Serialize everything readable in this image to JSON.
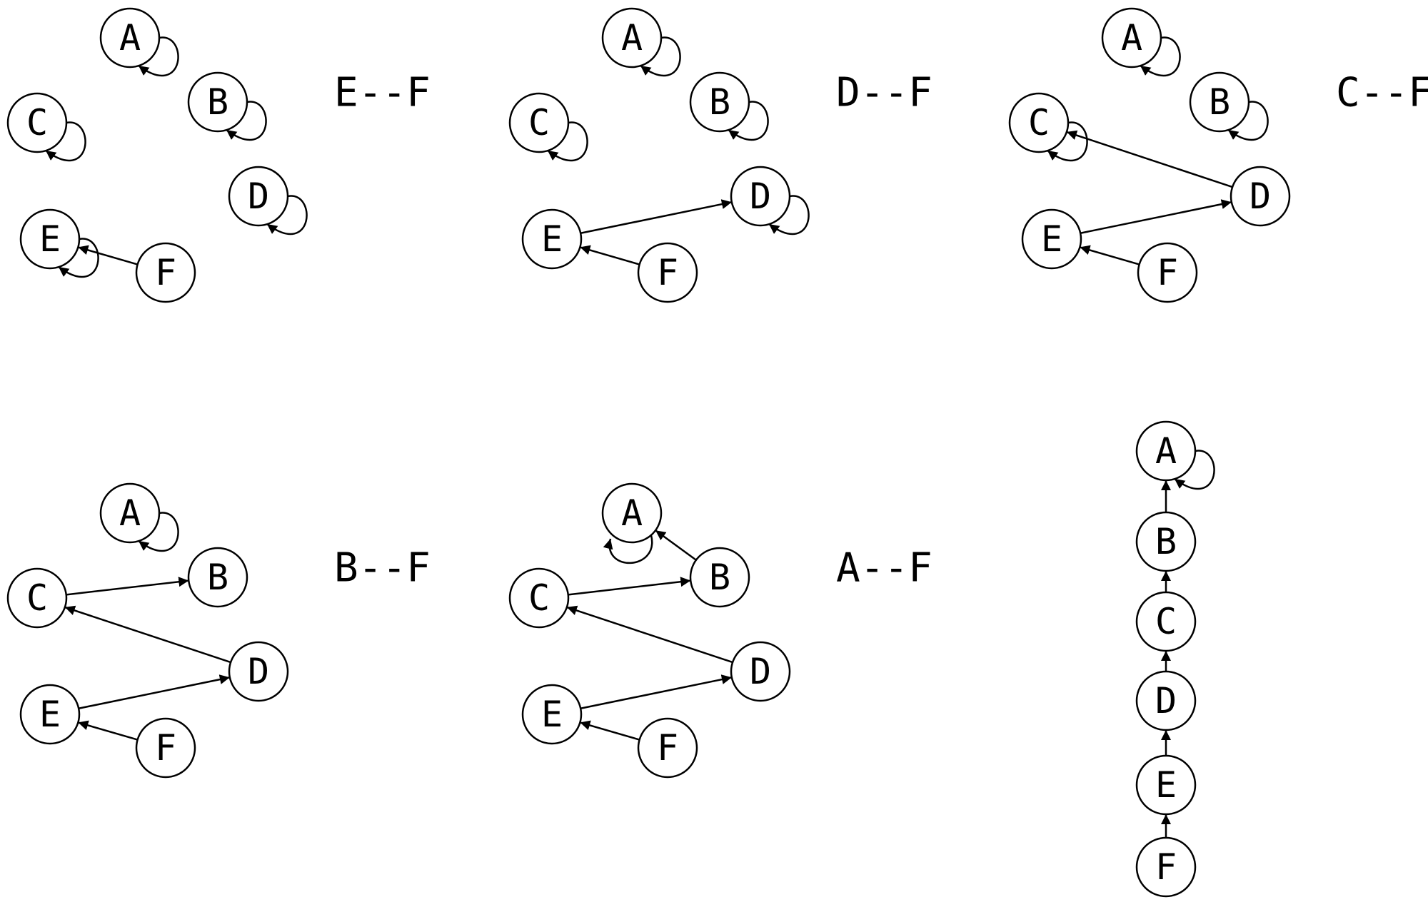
{
  "panels": [
    {
      "caption": "E--F",
      "nodes": [
        "A",
        "B",
        "C",
        "D",
        "E",
        "F"
      ],
      "edges": [
        [
          "F",
          "E"
        ]
      ],
      "self_loops": [
        "A",
        "B",
        "C",
        "D",
        "E"
      ]
    },
    {
      "caption": "D--F",
      "nodes": [
        "A",
        "B",
        "C",
        "D",
        "E",
        "F"
      ],
      "edges": [
        [
          "F",
          "E"
        ],
        [
          "E",
          "D"
        ]
      ],
      "self_loops": [
        "A",
        "B",
        "C",
        "D"
      ]
    },
    {
      "caption": "C--F",
      "nodes": [
        "A",
        "B",
        "C",
        "D",
        "E",
        "F"
      ],
      "edges": [
        [
          "F",
          "E"
        ],
        [
          "E",
          "D"
        ],
        [
          "D",
          "C"
        ]
      ],
      "self_loops": [
        "A",
        "B",
        "C"
      ]
    },
    {
      "caption": "B--F",
      "nodes": [
        "A",
        "B",
        "C",
        "D",
        "E",
        "F"
      ],
      "edges": [
        [
          "F",
          "E"
        ],
        [
          "E",
          "D"
        ],
        [
          "D",
          "C"
        ],
        [
          "C",
          "B"
        ]
      ],
      "self_loops": [
        "A"
      ]
    },
    {
      "caption": "A--F",
      "nodes": [
        "A",
        "B",
        "C",
        "D",
        "E",
        "F"
      ],
      "edges": [
        [
          "F",
          "E"
        ],
        [
          "E",
          "D"
        ],
        [
          "D",
          "C"
        ],
        [
          "C",
          "B"
        ],
        [
          "B",
          "A"
        ]
      ],
      "self_loops": [
        "A"
      ]
    },
    {
      "caption": "",
      "nodes": [
        "A",
        "B",
        "C",
        "D",
        "E",
        "F"
      ],
      "edges": [
        [
          "F",
          "E"
        ],
        [
          "E",
          "D"
        ],
        [
          "D",
          "C"
        ],
        [
          "C",
          "B"
        ],
        [
          "B",
          "A"
        ]
      ],
      "self_loops": [
        "A"
      ]
    }
  ]
}
